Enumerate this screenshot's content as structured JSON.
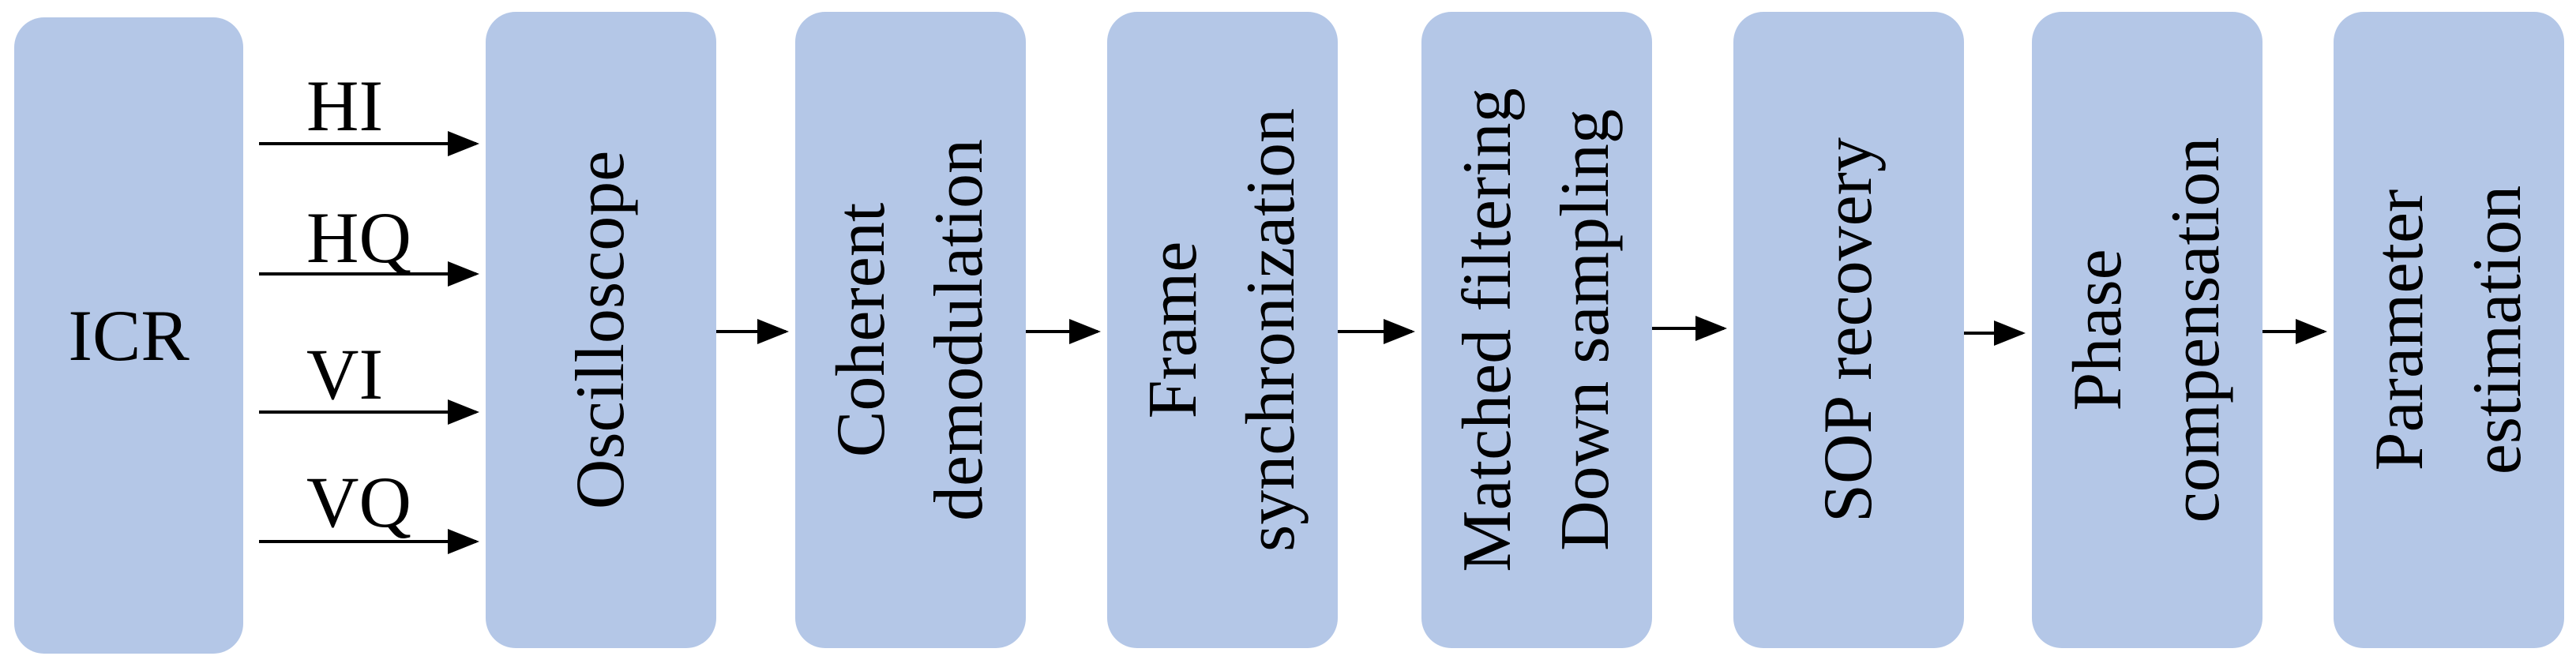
{
  "diagram": {
    "source": {
      "label": "ICR"
    },
    "signals": [
      {
        "label": "HI"
      },
      {
        "label": "HQ"
      },
      {
        "label": "VI"
      },
      {
        "label": "VQ"
      }
    ],
    "stages": [
      {
        "label": "Oscilloscope"
      },
      {
        "label": "Coherent\ndemodulation"
      },
      {
        "label": "Frame\nsynchronization"
      },
      {
        "label": "Matched filtering\nDown sampling"
      },
      {
        "label": "SOP recovery"
      },
      {
        "label": "Phase\ncompensation"
      },
      {
        "label": "Parameter\nestimation"
      }
    ]
  }
}
